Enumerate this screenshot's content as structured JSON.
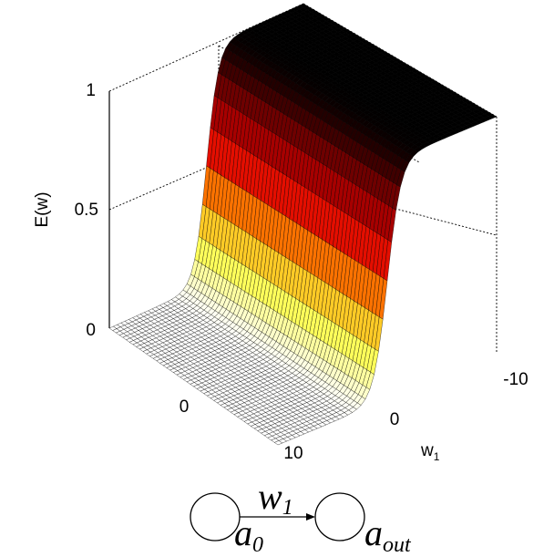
{
  "chart_data": {
    "type": "surface",
    "function": "sigmoid",
    "zlabel": "E(w)",
    "xlabel": "w",
    "xlabel_sub": "1",
    "x_ticks": [
      "-10",
      "0",
      "10"
    ],
    "y_ticks": [
      "0"
    ],
    "z_ticks": [
      "0",
      "0.5",
      "1"
    ],
    "xlim": [
      -10,
      10
    ],
    "ylim": [
      -10,
      10
    ],
    "zlim": [
      0,
      1
    ],
    "colormap": [
      "#ffffff",
      "#ffff40",
      "#ff8000",
      "#e00000",
      "#800000",
      "#000000"
    ],
    "grid": true
  },
  "diagram": {
    "weight_label": "w",
    "weight_sub": "1",
    "input_label": "a",
    "input_sub": "0",
    "output_label": "a",
    "output_sub": "out"
  }
}
